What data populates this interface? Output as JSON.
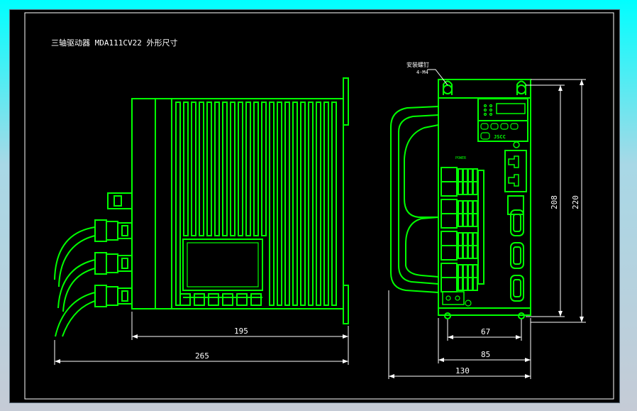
{
  "title": "三轴驱动器 MDA111CV22 外形尺寸",
  "screw_note": {
    "line1": "安装螺钉",
    "line2": "4-M4"
  },
  "panel": {
    "power_label": "POWER",
    "brand": "JSCC"
  },
  "dimensions": {
    "side_width_inner": "195",
    "side_width_total": "265",
    "front_height_inner": "208",
    "front_height_total": "220",
    "front_width_holes": "67",
    "front_width_body": "85",
    "front_width_total": "130"
  },
  "colors": {
    "line": "#00ff00",
    "text": "#ffffff",
    "frame_bg": "#000000"
  }
}
